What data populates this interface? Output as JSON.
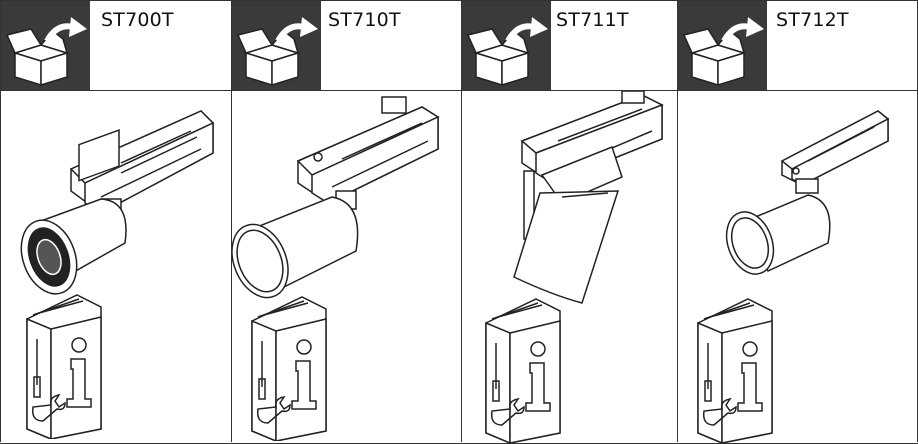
{
  "panels": [
    {
      "code": "ST700T",
      "variant": "standard"
    },
    {
      "code": "ST710T",
      "variant": "wide"
    },
    {
      "code": "ST711T",
      "variant": "angled"
    },
    {
      "code": "ST712T",
      "variant": "small"
    }
  ],
  "icons": {
    "unbox": "box-arrow-icon",
    "manual": "instruction-manual-icon"
  },
  "colors": {
    "badge_bg": "#3a3a3a",
    "line": "#222222"
  }
}
